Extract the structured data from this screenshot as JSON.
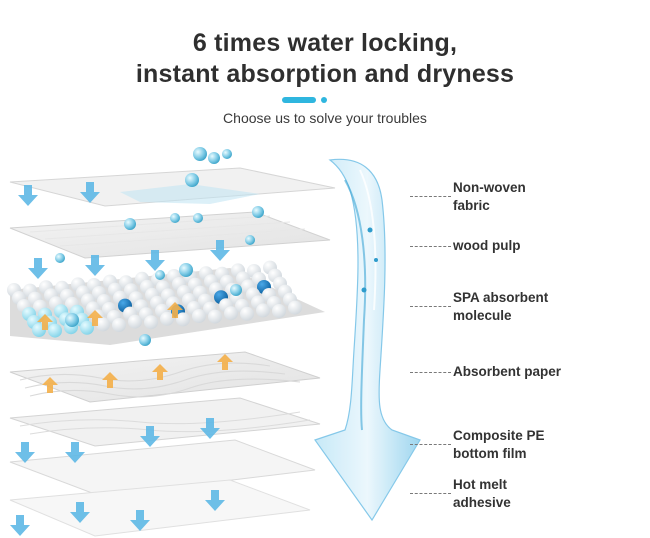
{
  "title": {
    "line1": "6 times water locking,",
    "line2": "instant absorption and dryness"
  },
  "subtitle": "Choose us to solve your troubles",
  "layers": [
    {
      "line1": "Non-woven",
      "line2": "fabric"
    },
    {
      "line1": "wood pulp",
      "line2": ""
    },
    {
      "line1": "SPA absorbent",
      "line2": "molecule"
    },
    {
      "line1": "Absorbent paper",
      "line2": ""
    },
    {
      "line1": "Composite PE",
      "line2": "bottom film"
    },
    {
      "line1": "Hot melt",
      "line2": "adhesive"
    }
  ],
  "colors": {
    "accent": "#2fb6df",
    "water": "#8fd3ee",
    "title": "#2f2f2f",
    "flow_arrow": "#5fb9e6",
    "up_arrow": "#f4b04a",
    "sap_blue": "#1f7fc1"
  },
  "icons": [
    "water-drop-icon",
    "down-arrow-icon",
    "up-arrow-icon",
    "water-flow-arrow-icon"
  ]
}
